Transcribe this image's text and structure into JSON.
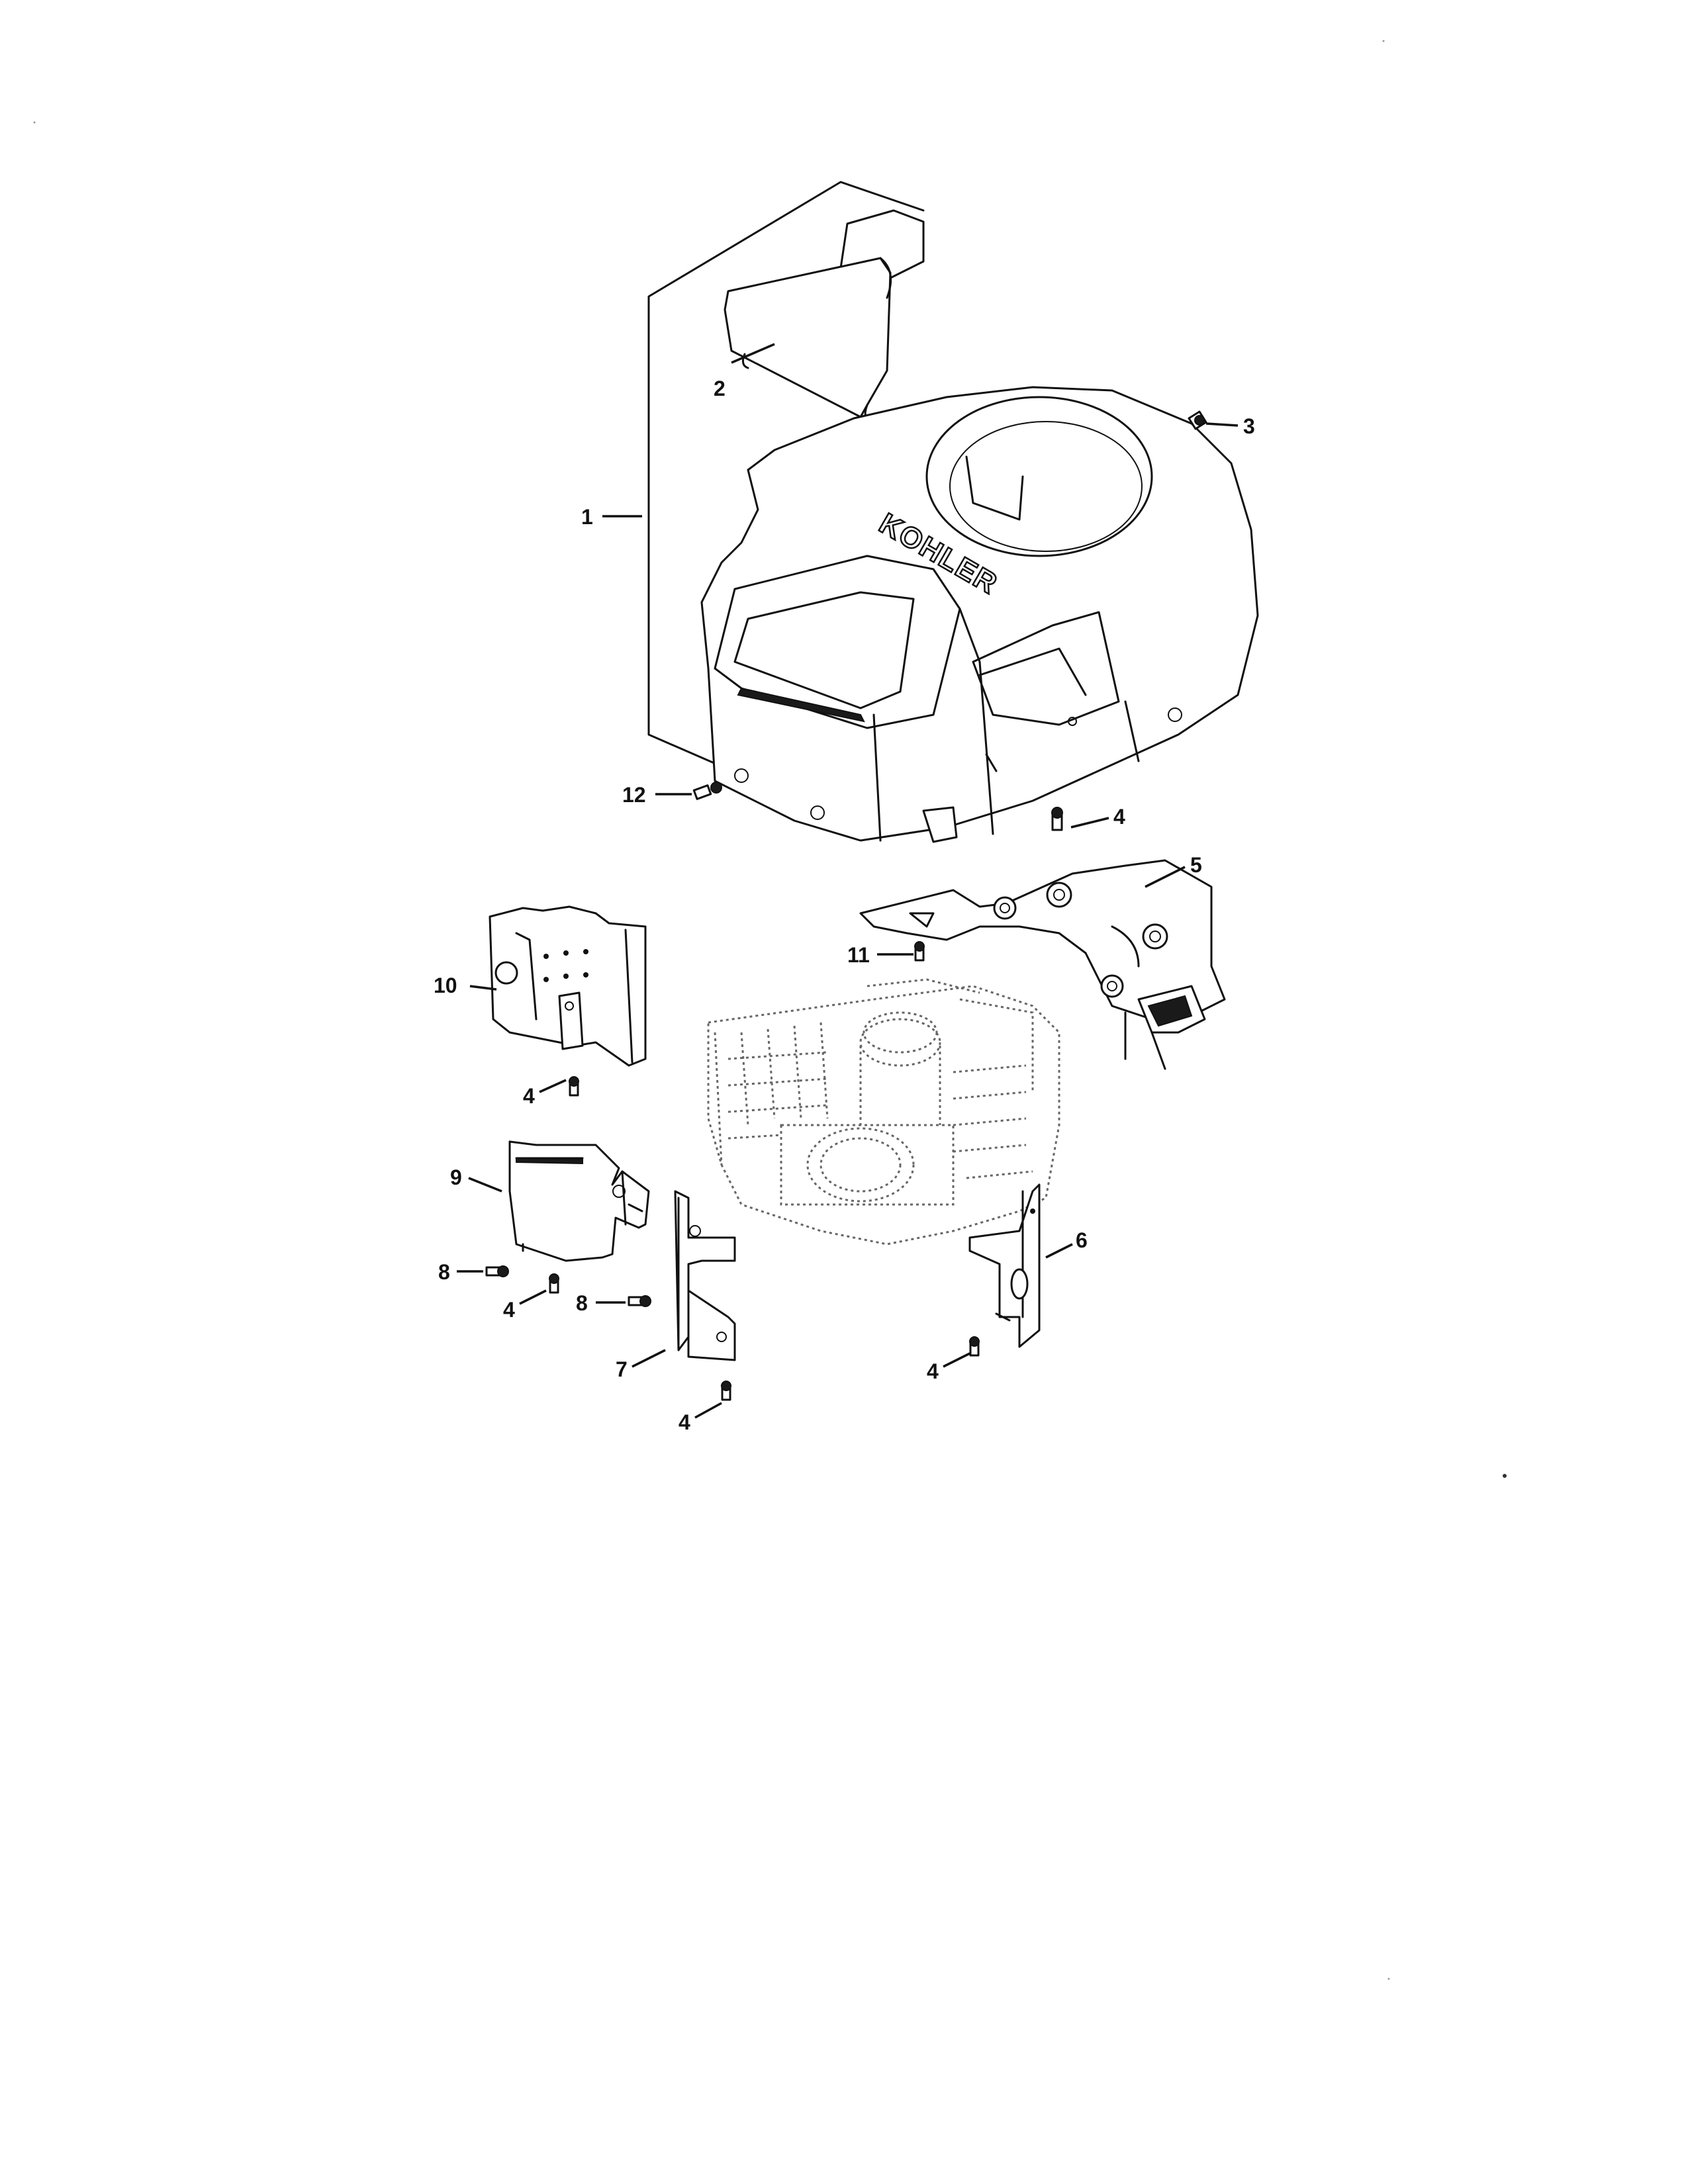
{
  "diagram": {
    "brand_label": "KOHLER",
    "callouts": {
      "c1": "1",
      "c2": "2",
      "c3": "3",
      "c4a": "4",
      "c4b": "4",
      "c4c": "4",
      "c4d": "4",
      "c4e": "4",
      "c5": "5",
      "c6": "6",
      "c7": "7",
      "c8a": "8",
      "c8b": "8",
      "c9": "9",
      "c10": "10",
      "c11": "11",
      "c12": "12"
    }
  }
}
